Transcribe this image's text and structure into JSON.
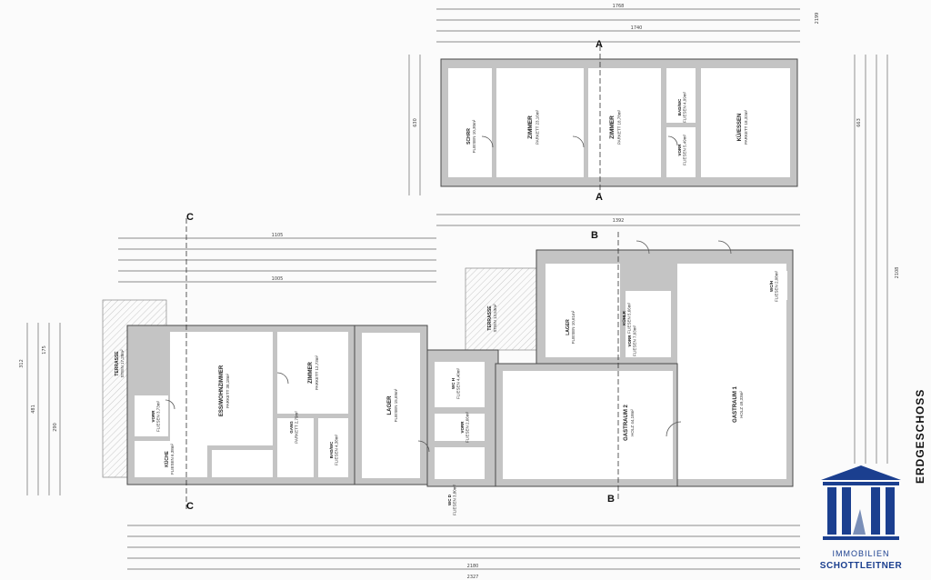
{
  "plan": {
    "floor_title": "ERDGESCHOSS",
    "sections": [
      "A",
      "B",
      "C"
    ],
    "rooms": [
      {
        "name": "SCHRR",
        "sub": "FLIESEN 10,30m²"
      },
      {
        "name": "ZIMMER",
        "sub": "PARKETT 23,16m²"
      },
      {
        "name": "ZIMMER",
        "sub": "PARKETT 18,78m²"
      },
      {
        "name": "BAD/WC",
        "sub": "FLIESEN 4,99m²"
      },
      {
        "name": "VORR",
        "sub": "FLIESEN 5,49m²"
      },
      {
        "name": "KÜ/ESSEN",
        "sub": "PARKETT 18,32m²"
      },
      {
        "name": "TERRASSE",
        "sub": "STEIN 17,28m²"
      },
      {
        "name": "ESS/WOHNZIMMER",
        "sub": "PARKETT 38,18m²"
      },
      {
        "name": "ZIMMER",
        "sub": "PARKETT 12,73m²"
      },
      {
        "name": "GANG",
        "sub": "PARKETT 2,79m²"
      },
      {
        "name": "BAD/WC",
        "sub": "FLIESEN 4,38m²"
      },
      {
        "name": "VORR",
        "sub": "FLIESEN 3,73m²"
      },
      {
        "name": "KÜCHE",
        "sub": "FLIESEN 6,38m²"
      },
      {
        "name": "LAGER",
        "sub": "FLIESEN 15,69m²"
      },
      {
        "name": "TERRASSE",
        "sub": "STEIN 13,53m²"
      },
      {
        "name": "LAGER",
        "sub": "FLIESEN 10,61m²"
      },
      {
        "name": "KÜHLR",
        "sub": "FLIESEN 5,66m²"
      },
      {
        "name": "VORR",
        "sub": "FLIESEN 7,03m²"
      },
      {
        "name": "WC H",
        "sub": "FLIESEN 4,40m²"
      },
      {
        "name": "VORR",
        "sub": "FLIESEN 2,66m²"
      },
      {
        "name": "WC D",
        "sub": "FLIESEN 3,80m²"
      },
      {
        "name": "GASTRAUM 2",
        "sub": "HOLZ 44,18m²"
      },
      {
        "name": "GASTRAUM 1",
        "sub": "HOLZ 49,33m²"
      },
      {
        "name": "WC/H",
        "sub": "FLIESEN 2,08m²"
      }
    ],
    "dimension_labels": [
      "1768",
      "1392",
      "2199",
      "1105",
      "1005",
      "2180",
      "2327",
      "630",
      "663",
      "2108",
      "312",
      "481",
      "175",
      "290",
      "1740"
    ]
  },
  "brand": {
    "line1": "IMMOBILIEN",
    "line2": "SCHOTTLEITNER",
    "color": "#1b3f8f"
  }
}
